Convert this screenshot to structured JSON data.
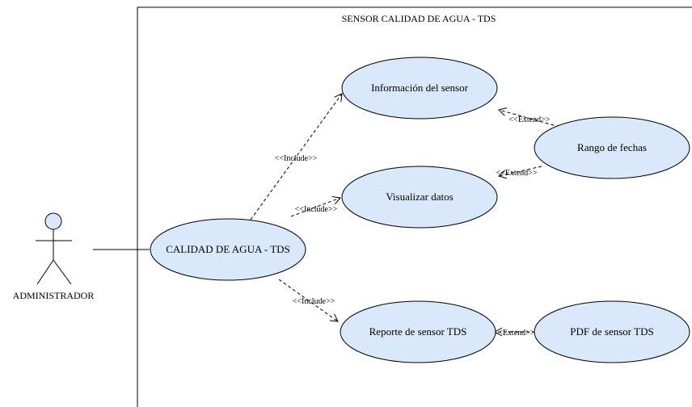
{
  "system": {
    "title": "SENSOR CALIDAD DE AGUA - TDS"
  },
  "actor": {
    "name": "ADMINISTRADOR"
  },
  "use_cases": {
    "main": "CALIDAD DE AGUA - TDS",
    "info": "Información del sensor",
    "visualizar": "Visualizar datos",
    "reporte": "Reporte de sensor TDS",
    "rango": "Rango de fechas",
    "pdf": "PDF de sensor TDS"
  },
  "relations": {
    "include_info": "<<Include>>",
    "include_visualizar": "<<Include>>",
    "include_reporte": "<<Include>>",
    "extend_rango_info": "<<Extend>>",
    "extend_rango_visualizar": "<<Extend>>",
    "extend_pdf_reporte": "<<Extend>>"
  },
  "colors": {
    "usecase_fill": "#dae8fc",
    "stroke": "#000000",
    "background": "#ffffff"
  }
}
